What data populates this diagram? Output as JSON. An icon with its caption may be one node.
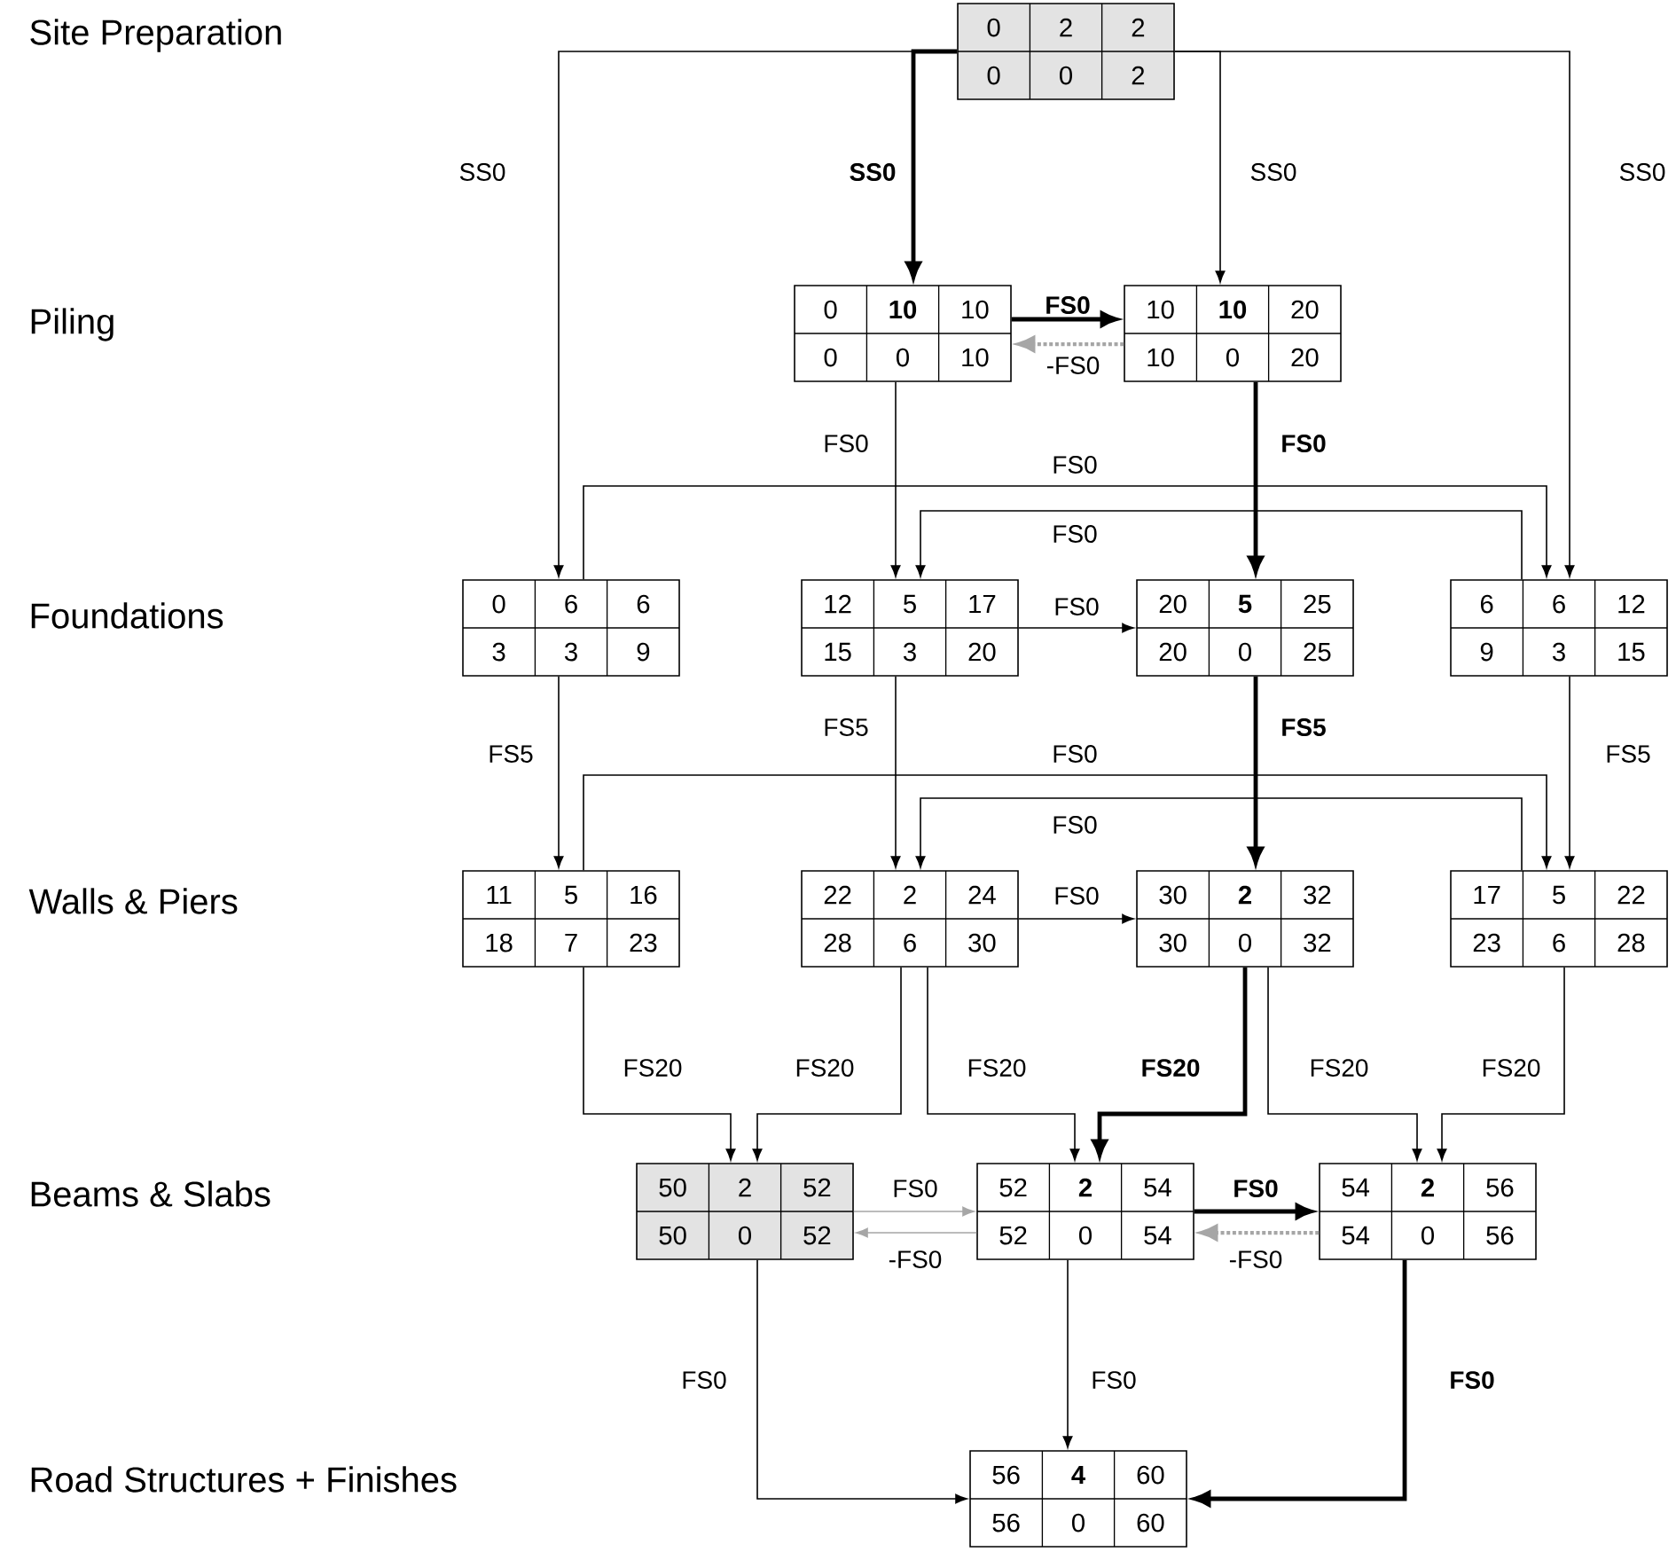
{
  "diagram": {
    "nodes": [
      {
        "text": [
          "0",
          "2",
          "2",
          "0",
          "0",
          "2"
        ]
      },
      {
        "text": [
          "0",
          "10",
          "10",
          "0",
          "0",
          "10"
        ]
      },
      {
        "text": [
          "10",
          "10",
          "20",
          "10",
          "0",
          "20"
        ]
      },
      {
        "text": [
          "0",
          "6",
          "6",
          "3",
          "3",
          "9"
        ]
      },
      {
        "text": [
          "12",
          "5",
          "17",
          "15",
          "3",
          "20"
        ]
      },
      {
        "text": [
          "20",
          "5",
          "25",
          "20",
          "0",
          "25"
        ]
      },
      {
        "text": [
          "6",
          "6",
          "12",
          "9",
          "3",
          "15"
        ]
      },
      {
        "text": [
          "11",
          "5",
          "16",
          "18",
          "7",
          "23"
        ]
      },
      {
        "text": [
          "22",
          "2",
          "24",
          "28",
          "6",
          "30"
        ]
      },
      {
        "text": [
          "30",
          "2",
          "32",
          "30",
          "0",
          "32"
        ]
      },
      {
        "text": [
          "17",
          "5",
          "22",
          "23",
          "6",
          "28"
        ]
      },
      {
        "text": [
          "50",
          "2",
          "52",
          "50",
          "0",
          "52"
        ]
      },
      {
        "text": [
          "52",
          "2",
          "54",
          "52",
          "0",
          "54"
        ]
      },
      {
        "text": [
          "54",
          "2",
          "56",
          "54",
          "0",
          "56"
        ]
      },
      {
        "text": [
          "56",
          "4",
          "60",
          "56",
          "0",
          "60"
        ]
      }
    ],
    "edges": [
      {
        "from": 0,
        "to": 3,
        "arrow": "to",
        "label": "SS0"
      },
      {
        "from": 0,
        "to": 1,
        "arrow": "to",
        "label": "SS0",
        "style": "thick"
      },
      {
        "from": 0,
        "to": 2,
        "arrow": "to",
        "label": "SS0"
      },
      {
        "from": 0,
        "to": 6,
        "arrow": "to",
        "label": "SS0"
      },
      {
        "from": 1,
        "to": 2,
        "arrow": "to",
        "label": "FS0",
        "style": "thick"
      },
      {
        "from": 2,
        "to": 1,
        "arrow": "to",
        "label": "-FS0",
        "style": "dashed",
        "color": "#a6a6a6"
      },
      {
        "from": 1,
        "to": 4,
        "arrow": "to",
        "label": "FS0"
      },
      {
        "from": 2,
        "to": 5,
        "arrow": "to",
        "label": "FS0",
        "style": "thick"
      },
      {
        "from": 3,
        "to": 6,
        "arrow": "to",
        "label": "FS0"
      },
      {
        "from": 6,
        "to": 4,
        "arrow": "to",
        "label": "FS0"
      },
      {
        "from": 4,
        "to": 5,
        "arrow": "to",
        "label": "FS0"
      },
      {
        "from": 3,
        "to": 7,
        "arrow": "to",
        "label": "FS5"
      },
      {
        "from": 4,
        "to": 8,
        "arrow": "to",
        "label": "FS5"
      },
      {
        "from": 5,
        "to": 9,
        "arrow": "to",
        "label": "FS5",
        "style": "thick"
      },
      {
        "from": 6,
        "to": 10,
        "arrow": "to",
        "label": "FS5"
      },
      {
        "from": 7,
        "to": 10,
        "arrow": "to",
        "label": "FS0"
      },
      {
        "from": 10,
        "to": 8,
        "arrow": "to",
        "label": "FS0"
      },
      {
        "from": 8,
        "to": 9,
        "arrow": "to",
        "label": "FS0"
      },
      {
        "from": 7,
        "to": 11,
        "arrow": "to",
        "label": "FS20"
      },
      {
        "from": 8,
        "to": 11,
        "arrow": "to",
        "label": "FS20"
      },
      {
        "from": 8,
        "to": 12,
        "arrow": "to",
        "label": "FS20"
      },
      {
        "from": 9,
        "to": 12,
        "arrow": "to",
        "label": "FS20",
        "style": "thick"
      },
      {
        "from": 9,
        "to": 13,
        "arrow": "to",
        "label": "FS20"
      },
      {
        "from": 10,
        "to": 13,
        "arrow": "to",
        "label": "FS20"
      },
      {
        "from": 11,
        "to": 12,
        "arrow": "to",
        "label": "FS0",
        "color": "#a6a6a6"
      },
      {
        "from": 12,
        "to": 11,
        "arrow": "to",
        "label": "-FS0",
        "color": "#a6a6a6"
      },
      {
        "from": 12,
        "to": 13,
        "arrow": "to",
        "label": "FS0",
        "style": "thick"
      },
      {
        "from": 13,
        "to": 12,
        "arrow": "to",
        "label": "-FS0",
        "style": "dashed",
        "color": "#a6a6a6"
      },
      {
        "from": 11,
        "to": 14,
        "arrow": "to",
        "label": "FS0"
      },
      {
        "from": 12,
        "to": 14,
        "arrow": "to",
        "label": "FS0"
      },
      {
        "from": 13,
        "to": 14,
        "arrow": "to",
        "label": "FS0",
        "style": "thick"
      }
    ],
    "labels": [
      "Site Preparation",
      "Piling",
      "Foundations",
      "Walls & Piers",
      "Beams & Slabs",
      "Road Structures + Finishes"
    ]
  }
}
